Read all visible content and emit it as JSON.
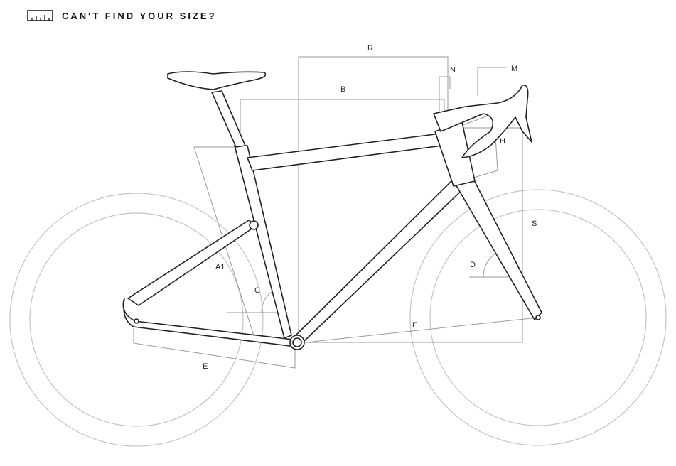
{
  "header": {
    "label": "CAN'T FIND YOUR SIZE?",
    "icon": "ruler-icon"
  },
  "diagram": {
    "labels": {
      "R": "R",
      "B": "B",
      "N": "N",
      "M": "M",
      "H": "H",
      "S": "S",
      "D": "D",
      "A1": "A1",
      "C": "C",
      "F": "F",
      "E": "E"
    }
  }
}
